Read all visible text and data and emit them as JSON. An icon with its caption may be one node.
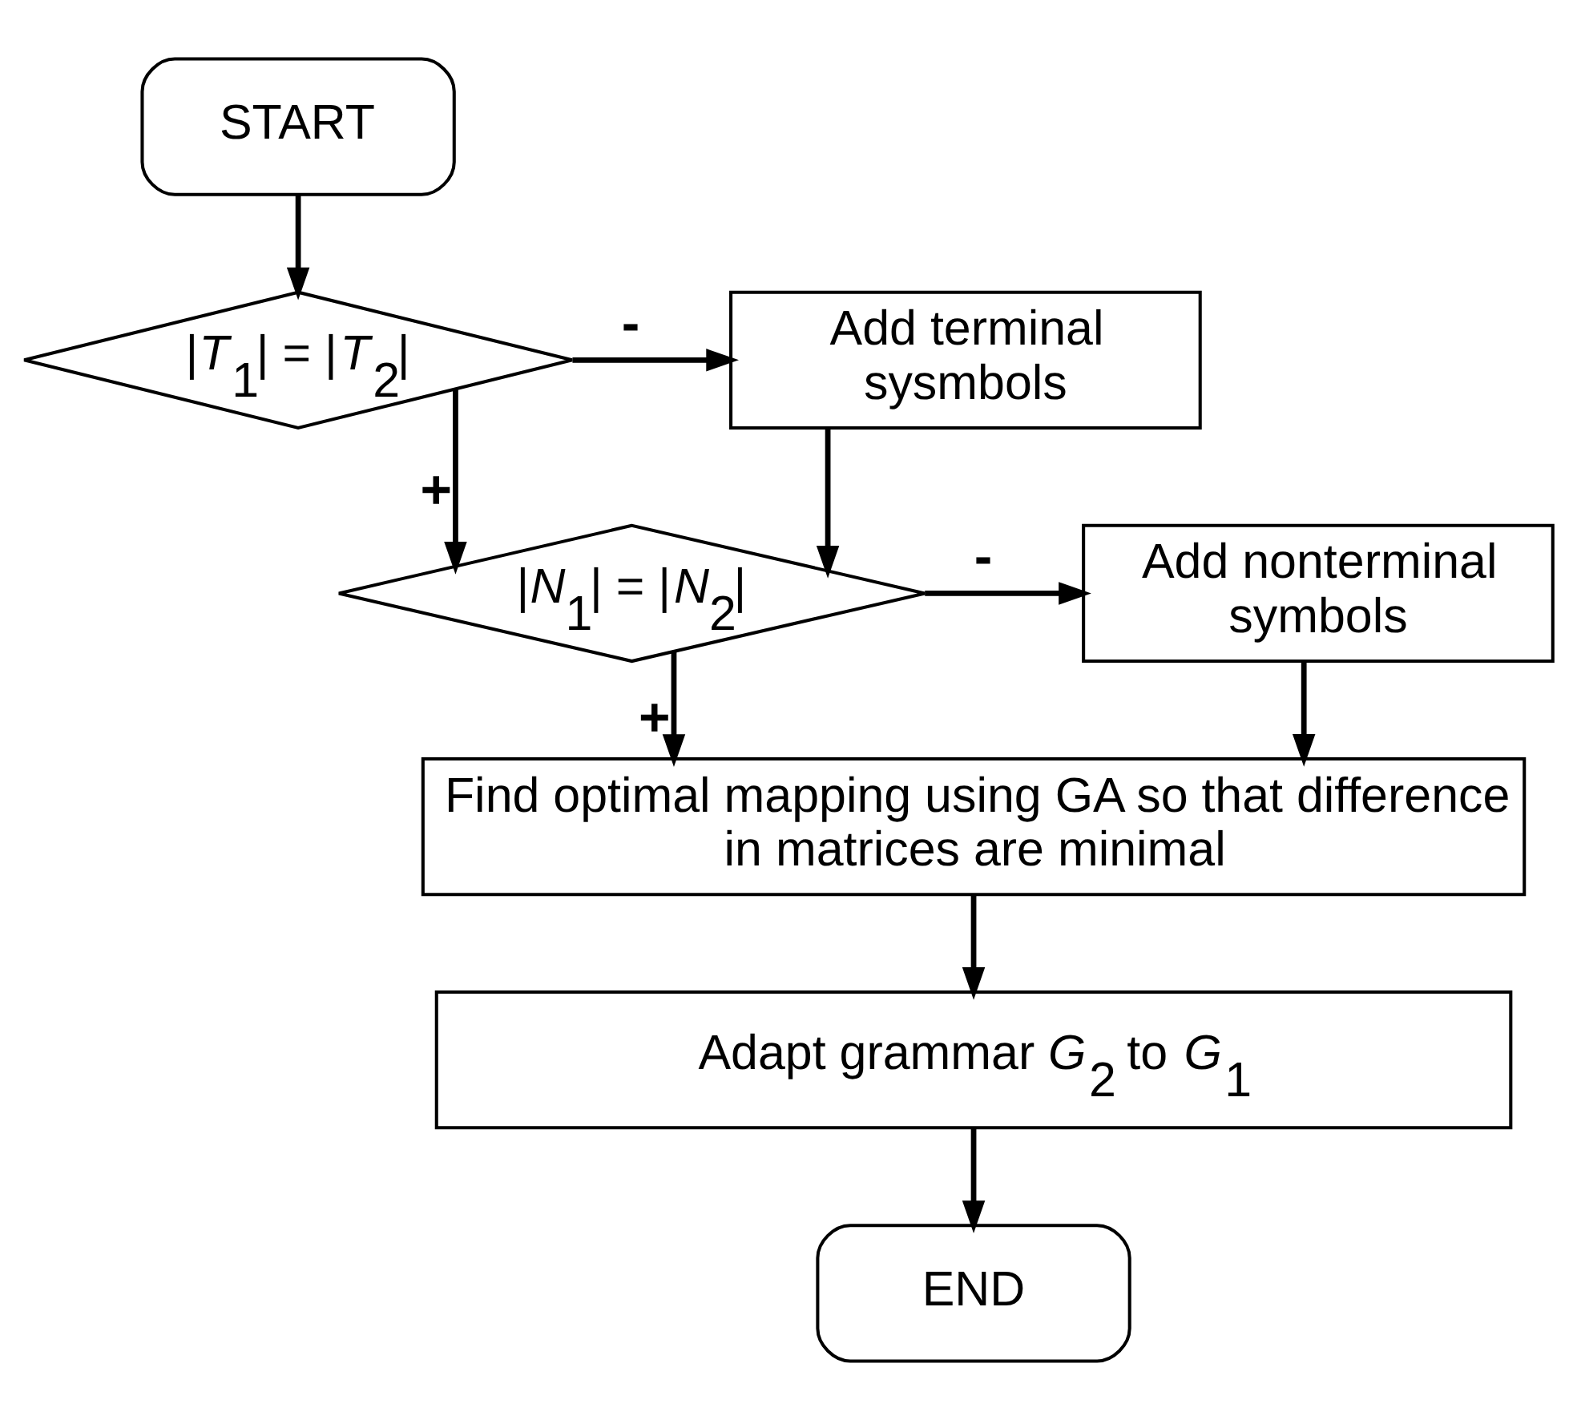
{
  "diagram": {
    "nodes": [
      {
        "text": [
          "START"
        ]
      },
      {
        "text": [
          "|*T*$_{1}$| = |*T*$_{2}$|"
        ]
      },
      {
        "text": [
          "Add terminal sysmbols"
        ]
      },
      {
        "text": [
          "|*N*$_{1}$| = |*N*$_{2}$|"
        ]
      },
      {
        "text": [
          "Add nonterminal symbols"
        ]
      },
      {
        "text": [
          "Find optimal mapping using GA so that difference in matrices are minimal"
        ]
      },
      {
        "text": [
          "Adapt grammar *G*$_{2}$ to *G*$_{1}$"
        ]
      },
      {
        "text": [
          "END"
        ]
      }
    ],
    "edges": [
      {
        "from": 0,
        "to": 1,
        "arrow": "to"
      },
      {
        "from": 1,
        "to": 2,
        "arrow": "to",
        "label": "-"
      },
      {
        "from": 1,
        "to": 3,
        "arrow": "to",
        "label": "+"
      },
      {
        "from": 2,
        "to": 3,
        "arrow": "to"
      },
      {
        "from": 3,
        "to": 4,
        "arrow": "to",
        "label": "-"
      },
      {
        "from": 3,
        "to": 5,
        "arrow": "to",
        "label": "+"
      },
      {
        "from": 4,
        "to": 5,
        "arrow": "to"
      },
      {
        "from": 5,
        "to": 6,
        "arrow": "to"
      },
      {
        "from": 6,
        "to": 7,
        "arrow": "to"
      }
    ]
  }
}
